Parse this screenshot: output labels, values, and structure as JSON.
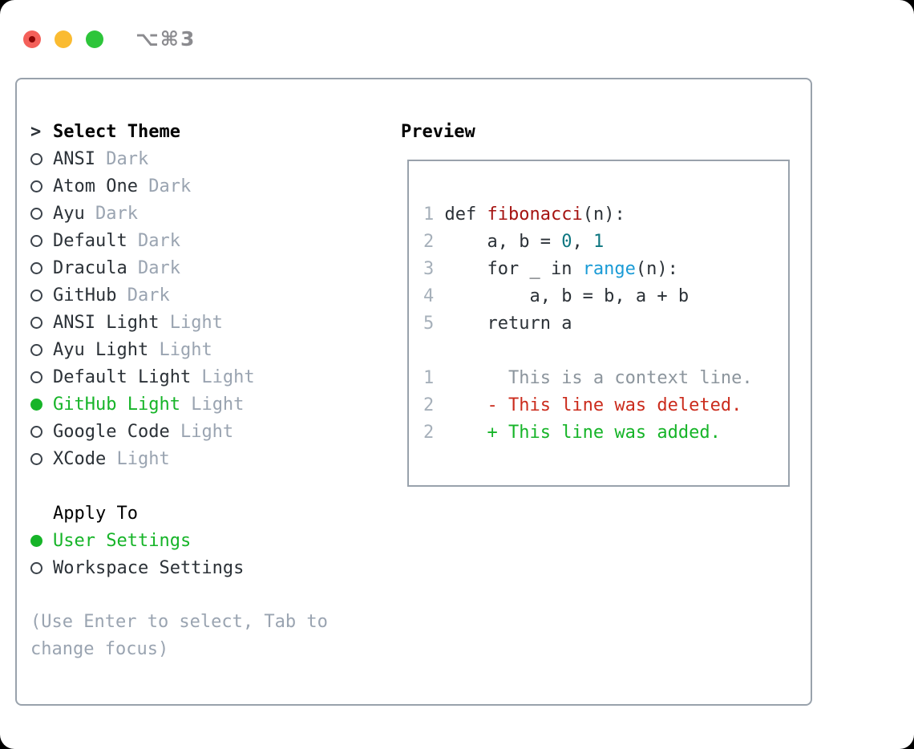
{
  "window": {
    "title": "⌥⌘3",
    "traffic_lights": {
      "close_color": "#f4605a",
      "close_dot_color": "#8a0505",
      "minimize_color": "#fabb31",
      "maximize_color": "#2dc53a"
    }
  },
  "colors": {
    "foreground": "#2b3137",
    "header": "#000000",
    "muted": "#9aa4b1",
    "selection_green": "#16b428",
    "added_green": "#16b428",
    "deleted_red": "#cb2c1d",
    "function_red": "#a51311",
    "number_teal": "#0d7680",
    "builtin_blue": "#1a9bd6",
    "line_number": "#a6b0ba",
    "context_gray": "#8c959d",
    "border": "#99a2ac",
    "bullet_outline": "#3c434b",
    "title_gray": "#8b8b8f"
  },
  "theme_picker": {
    "cursor": ">",
    "header": "Select Theme",
    "items": [
      {
        "name": "ANSI",
        "variant": "Dark",
        "selected": false
      },
      {
        "name": "Atom One",
        "variant": "Dark",
        "selected": false
      },
      {
        "name": "Ayu",
        "variant": "Dark",
        "selected": false
      },
      {
        "name": "Default",
        "variant": "Dark",
        "selected": false
      },
      {
        "name": "Dracula",
        "variant": "Dark",
        "selected": false
      },
      {
        "name": "GitHub",
        "variant": "Dark",
        "selected": false
      },
      {
        "name": "ANSI Light",
        "variant": "Light",
        "selected": false
      },
      {
        "name": "Ayu Light",
        "variant": "Light",
        "selected": false
      },
      {
        "name": "Default Light",
        "variant": "Light",
        "selected": false
      },
      {
        "name": "GitHub Light",
        "variant": "Light",
        "selected": true
      },
      {
        "name": "Google Code",
        "variant": "Light",
        "selected": false
      },
      {
        "name": "XCode",
        "variant": "Light",
        "selected": false
      }
    ],
    "apply_header": "Apply To",
    "apply_options": [
      {
        "name": "User Settings",
        "selected": true
      },
      {
        "name": "Workspace Settings",
        "selected": false
      }
    ],
    "hint": "(Use Enter to select, Tab to change focus)"
  },
  "preview": {
    "label": "Preview",
    "code_lines": [
      {
        "segments": [
          {
            "text": "1",
            "color": "line_number"
          },
          {
            "text": " def ",
            "color": "foreground"
          },
          {
            "text": "fibonacci",
            "color": "function_red"
          },
          {
            "text": "(n):",
            "color": "foreground"
          }
        ]
      },
      {
        "segments": [
          {
            "text": "2",
            "color": "line_number"
          },
          {
            "text": "     a, b = ",
            "color": "foreground"
          },
          {
            "text": "0",
            "color": "number_teal"
          },
          {
            "text": ", ",
            "color": "foreground"
          },
          {
            "text": "1",
            "color": "number_teal"
          }
        ]
      },
      {
        "segments": [
          {
            "text": "3",
            "color": "line_number"
          },
          {
            "text": "     for _ in ",
            "color": "foreground"
          },
          {
            "text": "range",
            "color": "builtin_blue"
          },
          {
            "text": "(n):",
            "color": "foreground"
          }
        ]
      },
      {
        "segments": [
          {
            "text": "4",
            "color": "line_number"
          },
          {
            "text": "         a, b = b, a + b",
            "color": "foreground"
          }
        ]
      },
      {
        "segments": [
          {
            "text": "5",
            "color": "line_number"
          },
          {
            "text": "     return a",
            "color": "foreground"
          }
        ]
      },
      {
        "segments": []
      },
      {
        "segments": [
          {
            "text": "1",
            "color": "line_number"
          },
          {
            "text": "       This is a context line.",
            "color": "context_gray"
          }
        ]
      },
      {
        "segments": [
          {
            "text": "2",
            "color": "line_number"
          },
          {
            "text": "     - This line was deleted.",
            "color": "deleted_red"
          }
        ]
      },
      {
        "segments": [
          {
            "text": "2",
            "color": "line_number"
          },
          {
            "text": "     + This line was added.",
            "color": "added_green"
          }
        ]
      }
    ]
  }
}
